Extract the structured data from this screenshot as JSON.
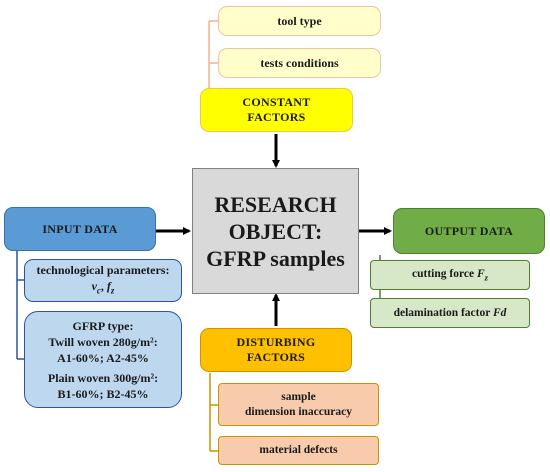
{
  "constant": {
    "items": [
      "tool type",
      "tests conditions"
    ],
    "heading": [
      "CONSTANT",
      "FACTORS"
    ]
  },
  "research_object": {
    "lines": [
      "RESEARCH",
      "OBJECT:",
      "GFRP samples"
    ]
  },
  "input": {
    "heading": "INPUT DATA",
    "tech_params": "technological parameters:",
    "tech_vars": {
      "v": "v",
      "v_sub": "c",
      "sep": ", ",
      "f": "f",
      "f_sub": "z"
    },
    "gfrp": {
      "title": "GFRP type:",
      "twill": "Twill woven 280g/m²:",
      "twill_samples": "A1-60%; A2-45%",
      "plain": "Plain woven 300g/m²:",
      "plain_samples": "B1-60%; B2-45%"
    }
  },
  "output": {
    "heading": "OUTPUT DATA",
    "cutting_force": {
      "text": "cutting force ",
      "var": "F",
      "sub": "z"
    },
    "delamination": {
      "text": "delamination factor ",
      "var": "Fd"
    }
  },
  "disturbing": {
    "heading": [
      "DISTURBING",
      "FACTORS"
    ],
    "items": [
      [
        "sample",
        "dimension inaccuracy"
      ],
      [
        "material defects"
      ]
    ]
  },
  "colors": {
    "constant_items": "#ffffcc",
    "constant_heading": "#ffff00",
    "research_object": "#d9d9d9",
    "input_heading": "#5b9bd5",
    "input_items": "#bdd7ee",
    "output_heading": "#70ad47",
    "output_items": "#d6e8c8",
    "disturbing_heading": "#ffc000",
    "disturbing_items": "#f8cbad"
  }
}
